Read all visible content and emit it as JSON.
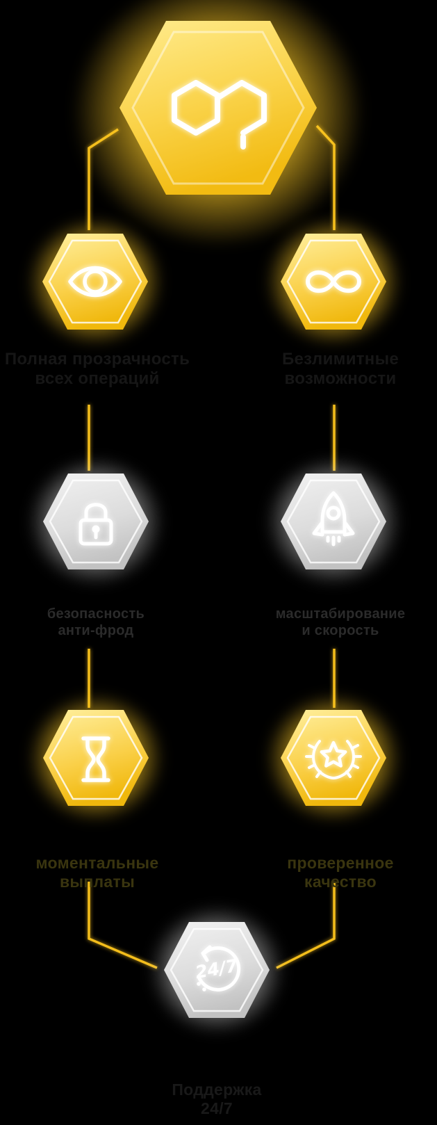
{
  "page": {
    "background": "#000000"
  },
  "colors": {
    "accent_yellow": "#F3BD1B",
    "hex_yellow_light": "#FFEFA0",
    "hex_yellow_deep": "#EFB70F",
    "hex_gray_light": "#EFEFEF",
    "hex_gray_deep": "#C9C9C9",
    "icon_white": "#FFFFFF",
    "label_row1": "#161616",
    "label_row2": "#2B2B2B",
    "label_row3": "#3A350F",
    "label_bottom": "#191919"
  },
  "logo": {
    "name": "honeycomb-drip-logo"
  },
  "nodes": [
    {
      "id": "transparency",
      "icon": "eye-icon",
      "variant": "yellow",
      "label_lines": [
        "Полная прозрачность",
        "всех операций"
      ]
    },
    {
      "id": "unlimited",
      "icon": "infinity-icon",
      "variant": "yellow",
      "label_lines": [
        "Безлимитные",
        "возможности"
      ]
    },
    {
      "id": "security",
      "icon": "lock-icon",
      "variant": "gray",
      "label_lines": [
        "безопасность",
        "анти-фрод"
      ]
    },
    {
      "id": "growth",
      "icon": "rocket-icon",
      "variant": "gray",
      "label_lines": [
        "масштабирование",
        "и скорость"
      ]
    },
    {
      "id": "instant",
      "icon": "hourglass-icon",
      "variant": "yellow",
      "label_lines": [
        "моментальные",
        "выплаты"
      ]
    },
    {
      "id": "quality",
      "icon": "laurel-star-icon",
      "variant": "yellow",
      "label_lines": [
        "проверенное",
        "качество"
      ]
    },
    {
      "id": "support",
      "icon": "support-24-7-icon",
      "variant": "gray",
      "label_lines": [
        "Поддержка",
        "24/7"
      ],
      "icon_text": "24/7"
    }
  ]
}
